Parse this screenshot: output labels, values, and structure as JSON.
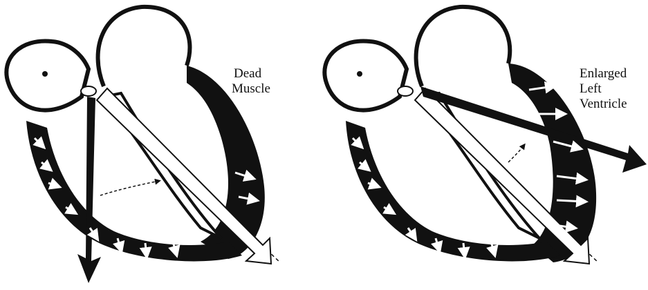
{
  "panels": [
    {
      "label_lines": [
        "Dead",
        "Muscle"
      ]
    },
    {
      "label_lines": [
        "Enlarged",
        "Left",
        "Ventricle"
      ]
    }
  ],
  "colors": {
    "ink": "#111111",
    "paper": "#ffffff"
  }
}
